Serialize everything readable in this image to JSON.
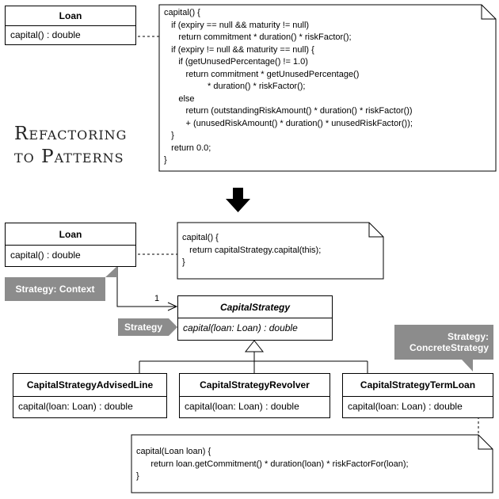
{
  "top": {
    "loan": {
      "name": "Loan",
      "op": "capital() : double"
    },
    "note_lines": [
      "capital() {",
      "   if (expiry == null && maturity != null)",
      "      return commitment * duration() * riskFactor();",
      "   if (expiry != null && maturity == null) {",
      "      if (getUnusedPercentage() != 1.0)",
      "         return commitment * getUnusedPercentage()",
      "                  * duration() * riskFactor();",
      "      else",
      "         return (outstandingRiskAmount() * duration() * riskFactor())",
      "         + (unusedRiskAmount() * duration() * unusedRiskFactor());",
      "   }",
      "   return 0.0;",
      "}"
    ]
  },
  "logo": {
    "line1": "Refactoring",
    "line2": "to Patterns"
  },
  "bottom": {
    "loan": {
      "name": "Loan",
      "op": "capital() : double"
    },
    "loan_note_lines": [
      "capital() {",
      "   return capitalStrategy.capital(this);",
      "}"
    ],
    "tag_context": "Strategy: Context",
    "tag_strategy": "Strategy",
    "tag_concrete": "Strategy:\nConcreteStrategy",
    "multiplicity": "1",
    "strategy": {
      "name": "CapitalStrategy",
      "op": "capital(loan: Loan) : double"
    },
    "subclasses": [
      {
        "name": "CapitalStrategyAdvisedLine",
        "op": "capital(loan: Loan) : double"
      },
      {
        "name": "CapitalStrategyRevolver",
        "op": "capital(loan: Loan) : double"
      },
      {
        "name": "CapitalStrategyTermLoan",
        "op": "capital(loan: Loan) : double"
      }
    ],
    "termloan_note_lines": [
      "capital(Loan loan) {",
      "      return loan.getCommitment() * duration(loan) * riskFactorFor(loan);",
      "}"
    ]
  }
}
